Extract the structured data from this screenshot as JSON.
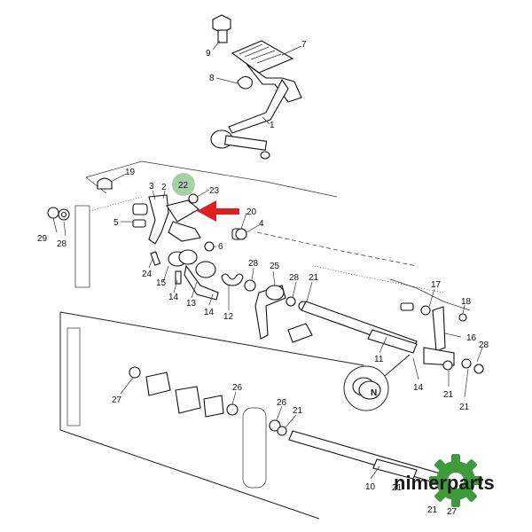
{
  "labels": {
    "n1": "1",
    "n2": "2",
    "n3": "3",
    "n4": "4",
    "n5": "5",
    "n6": "6",
    "n7": "7",
    "n8": "8",
    "n9": "9",
    "n10": "10",
    "n11": "11",
    "n12": "12",
    "n13": "13",
    "n14a": "14",
    "n14b": "14",
    "n14c": "14",
    "n15": "15",
    "n16": "16",
    "n17": "17",
    "n18": "18",
    "n19": "19",
    "n20": "20",
    "n21a": "21",
    "n21b": "21",
    "n21c": "21",
    "n21d": "21",
    "n21e": "21",
    "n21f": "21",
    "n22": "22",
    "n23": "23",
    "n24": "24",
    "n25": "25",
    "n26a": "26",
    "n26b": "26",
    "n27a": "27",
    "n27b": "27",
    "n28a": "28",
    "n28b": "28",
    "n28c": "28",
    "n28d": "28",
    "n29": "29",
    "nN": "N"
  },
  "brand": {
    "name": "nimerparts"
  },
  "colors": {
    "highlight": "#a9cfa6",
    "arrow": "#e02020",
    "logo": "#3f9a3c",
    "ink": "#111111"
  }
}
